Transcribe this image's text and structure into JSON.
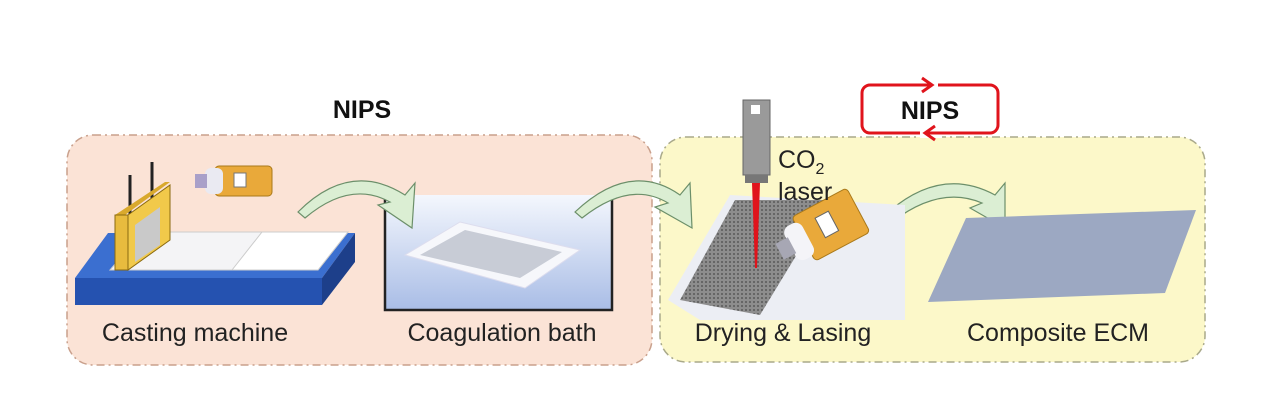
{
  "title": "NIPS",
  "loop_label": "NIPS",
  "steps": [
    {
      "label": "Casting machine"
    },
    {
      "label": "Coagulation bath"
    },
    {
      "label": "Drying & Lasing"
    },
    {
      "label": "Composite ECM"
    }
  ],
  "laser": {
    "co": "CO",
    "sub": "2",
    "word": "laser"
  },
  "colors": {
    "left_panel": "#fbe3d6",
    "right_panel": "#fcf8c9",
    "accent_red": "#e0141c",
    "base_blue": "#2e5fc0",
    "ecm": "#9ca8c2"
  }
}
